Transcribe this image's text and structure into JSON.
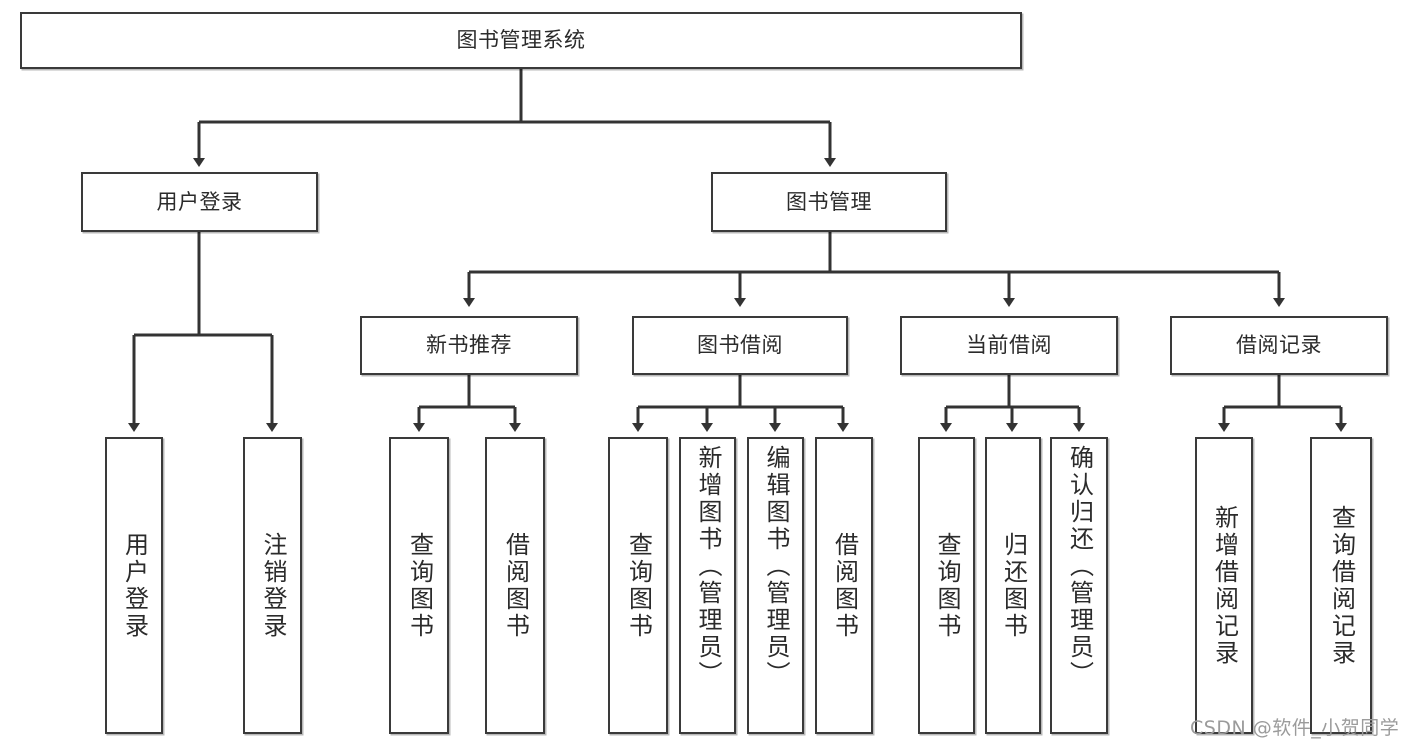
{
  "diagram": {
    "type": "tree",
    "title": "图书管理系统",
    "watermark": "CSDN @软件_小贺同学",
    "colors": {
      "background": "#ffffff",
      "border": "#3a3a3a",
      "text": "#262626",
      "connector": "#333333",
      "watermark": "#9b9b9b"
    },
    "nodes": {
      "root": {
        "label": "图书管理系统"
      },
      "level2": [
        {
          "label": "用户登录"
        },
        {
          "label": "图书管理"
        }
      ],
      "level3": [
        {
          "label": "新书推荐"
        },
        {
          "label": "图书借阅"
        },
        {
          "label": "当前借阅"
        },
        {
          "label": "借阅记录"
        }
      ],
      "user_login_children": [
        {
          "label": "用户登录"
        },
        {
          "label": "注销登录"
        }
      ],
      "new_book_children": [
        {
          "label": "查询图书"
        },
        {
          "label": "借阅图书"
        }
      ],
      "borrow_children": [
        {
          "label": "查询图书"
        },
        {
          "label": "新增图书（管理员）"
        },
        {
          "label": "编辑图书（管理员）"
        },
        {
          "label": "借阅图书"
        }
      ],
      "current_borrow_children": [
        {
          "label": "查询图书"
        },
        {
          "label": "归还图书"
        },
        {
          "label": "确认归还（管理员）"
        }
      ],
      "borrow_record_children": [
        {
          "label": "新增借阅记录"
        },
        {
          "label": "查询借阅记录"
        }
      ]
    }
  }
}
